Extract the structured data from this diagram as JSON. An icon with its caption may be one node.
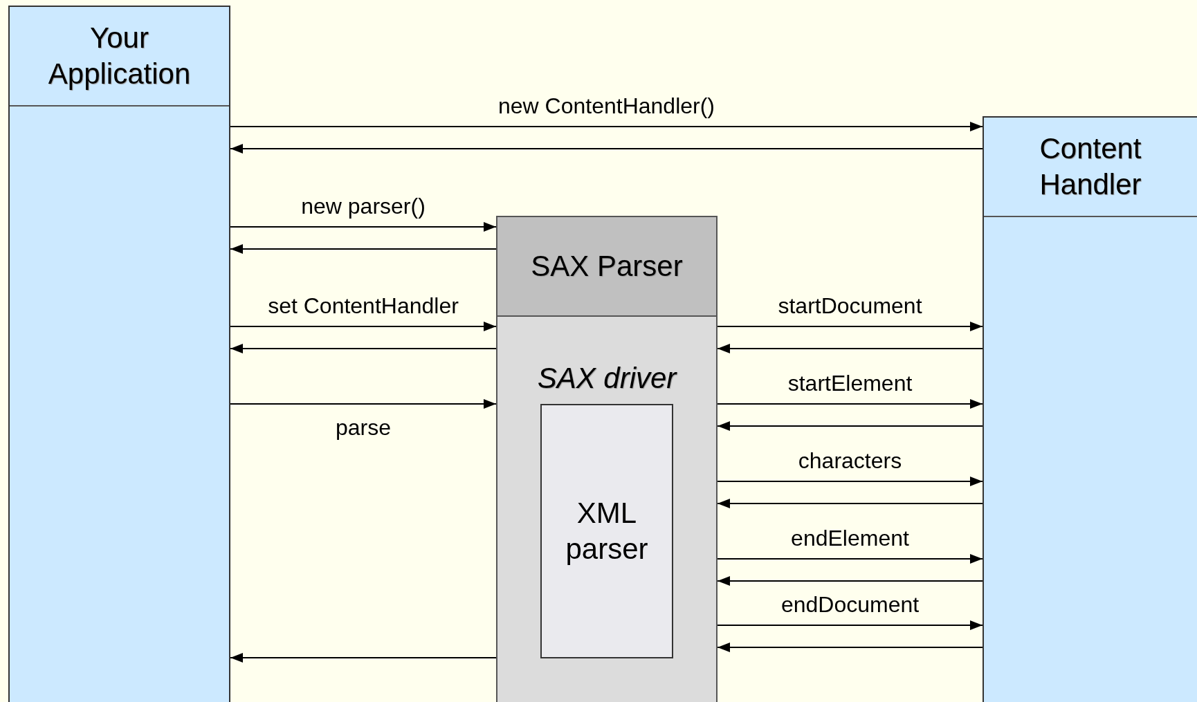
{
  "diagram": {
    "nodes": [
      {
        "text": [
          "Your Application"
        ]
      },
      {
        "text": [
          "Content Handler"
        ]
      },
      {
        "text": [
          "SAX Parser",
          "SAX driver"
        ]
      },
      {
        "text": [
          "XML parser"
        ],
        "in": 2
      }
    ],
    "edges": [
      {
        "from": 0,
        "to": 1,
        "arrow": "to",
        "label": "new ContentHandler()"
      },
      {
        "from": 1,
        "to": 0,
        "arrow": "to"
      },
      {
        "from": 0,
        "to": 2,
        "arrow": "to",
        "label": "new parser()"
      },
      {
        "from": 2,
        "to": 0,
        "arrow": "to"
      },
      {
        "from": 0,
        "to": 2,
        "arrow": "to",
        "label": "set ContentHandler"
      },
      {
        "from": 2,
        "to": 0,
        "arrow": "to"
      },
      {
        "from": 0,
        "to": 2,
        "arrow": "to",
        "label": "parse"
      },
      {
        "from": 2,
        "to": 1,
        "arrow": "to",
        "label": "startDocument"
      },
      {
        "from": 1,
        "to": 2,
        "arrow": "to"
      },
      {
        "from": 2,
        "to": 1,
        "arrow": "to",
        "label": "startElement"
      },
      {
        "from": 1,
        "to": 2,
        "arrow": "to"
      },
      {
        "from": 2,
        "to": 1,
        "arrow": "to",
        "label": "characters"
      },
      {
        "from": 1,
        "to": 2,
        "arrow": "to"
      },
      {
        "from": 2,
        "to": 1,
        "arrow": "to",
        "label": "endElement"
      },
      {
        "from": 1,
        "to": 2,
        "arrow": "to"
      },
      {
        "from": 2,
        "to": 1,
        "arrow": "to",
        "label": "endDocument"
      },
      {
        "from": 1,
        "to": 2,
        "arrow": "to"
      },
      {
        "from": 2,
        "to": 0,
        "arrow": "to"
      }
    ]
  }
}
